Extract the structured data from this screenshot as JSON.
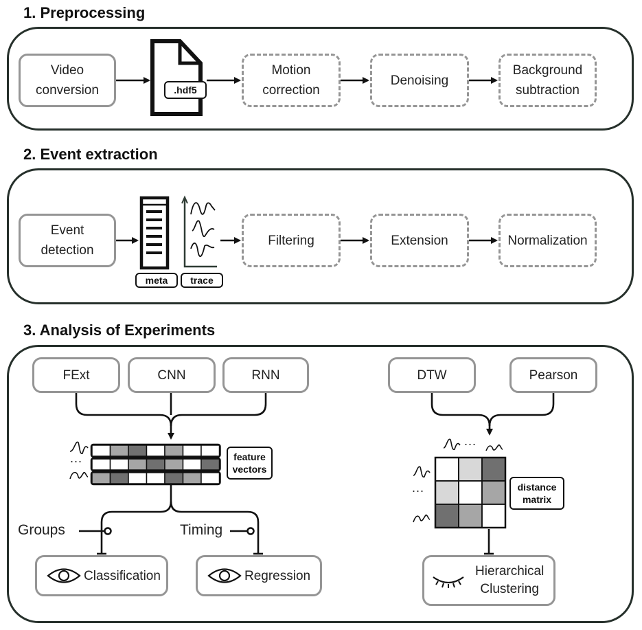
{
  "sections": {
    "preprocessing": {
      "title": "1. Preprocessing",
      "steps": [
        "Video\nconversion",
        "Motion\ncorrection",
        "Denoising",
        "Background\nsubtraction"
      ],
      "file_label": ".hdf5"
    },
    "event_extraction": {
      "title": "2. Event extraction",
      "steps": [
        "Event\ndetection",
        "Filtering",
        "Extension",
        "Normalization"
      ],
      "meta_label": "meta",
      "trace_label": "trace"
    },
    "analysis": {
      "title": "3. Analysis of Experiments",
      "methods": [
        "FExt",
        "CNN",
        "RNN"
      ],
      "feature_vectors_label": "feature\nvectors",
      "ellipsis": "...",
      "groups_label": "Groups",
      "timing_label": "Timing",
      "classification_label": "Classification",
      "regression_label": "Regression",
      "distance_methods": [
        "DTW",
        "Pearson"
      ],
      "distance_matrix_label": "distance\nmatrix",
      "clustering_label": "Hierarchical\nClustering"
    }
  },
  "colors": {
    "panel_border": "#26302b",
    "box_border": "#959595",
    "arrow": "#111111",
    "cell_white": "#ffffff",
    "cell_light": "#d8d8d8",
    "cell_mid": "#a6a6a6",
    "cell_dark": "#707070"
  }
}
